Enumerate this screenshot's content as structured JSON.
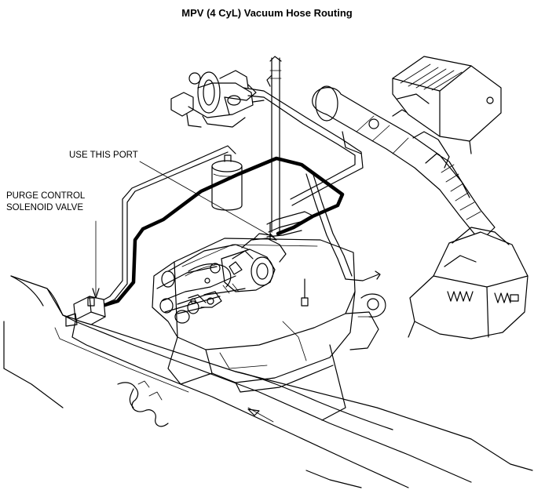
{
  "title": "MPV (4 CyL) Vacuum Hose Routing",
  "labels": {
    "use_port": "USE THIS PORT",
    "purge_line1": "PURGE CONTROL",
    "purge_line2": "SOLENOID VALVE"
  },
  "colors": {
    "ink": "#000000",
    "paper": "#ffffff"
  }
}
